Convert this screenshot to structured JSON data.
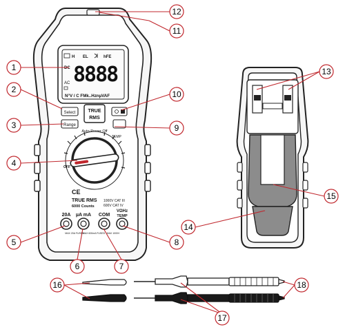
{
  "meter": {
    "lcd_digits": "8888",
    "lcd_top_icons": [
      "H",
      "EL",
      "hFE"
    ],
    "lcd_left_labels": [
      "AC",
      "DC"
    ],
    "lcd_bottom_text": "N°V / C FMk..HznµVAF",
    "select_label": "Select",
    "range_label": "Range",
    "true_rms_line1": "TRUE",
    "true_rms_line2": "RMS",
    "auto_power_off": "Auto  Power  Off",
    "off_label": "OFF",
    "temp_label": "TEMP",
    "brand_line1": "TRUE RMS",
    "brand_line2": "6000 Counts",
    "cat_line1": "1000V CAT III",
    "cat_line2": "600V CAT IV",
    "jack_labels": [
      "20A",
      "µA mA",
      "COM",
      "VΩHz"
    ],
    "jack_temp": "TEMP",
    "jack_small": [
      "MAX 20A FUSED",
      "MAX 600mA FUSED",
      "",
      "MAX 1000V"
    ]
  },
  "callouts": [
    "1",
    "2",
    "3",
    "4",
    "5",
    "6",
    "7",
    "8",
    "9",
    "10",
    "11",
    "12",
    "13",
    "14",
    "15",
    "16",
    "17",
    "18"
  ],
  "colors": {
    "callout": "#c0272d",
    "probe_red_outline": "#222222",
    "probe_black": "#1a1a1a",
    "back_panel_gray": "#8c8c8c"
  }
}
